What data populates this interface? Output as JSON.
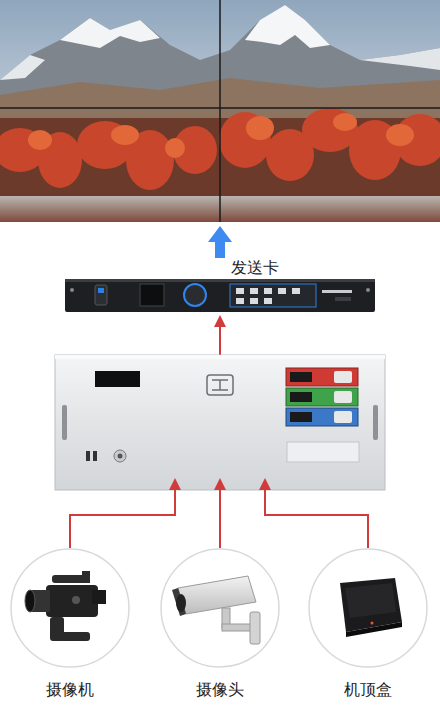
{
  "diagram": {
    "nodes": [
      {
        "text": [
          "发送卡"
        ]
      },
      {
        "text": [
          "摄像机"
        ]
      },
      {
        "text": [
          "摄像头"
        ]
      },
      {
        "text": [
          "机顶盒"
        ]
      }
    ]
  }
}
